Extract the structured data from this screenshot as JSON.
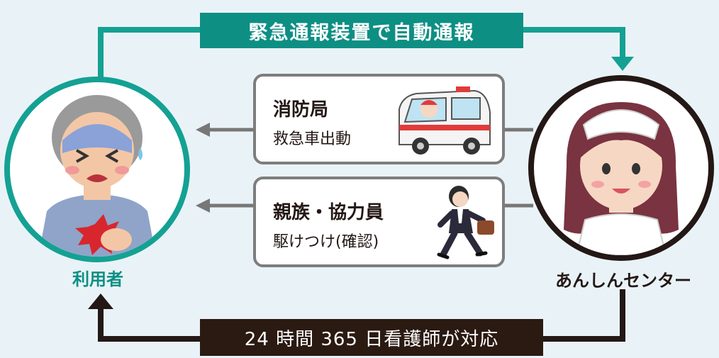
{
  "top_banner": {
    "text": "緊急通報装置で自動通報"
  },
  "bottom_banner": {
    "text": "24 時間 365 日看護師が対応"
  },
  "user": {
    "label": "利用者"
  },
  "center": {
    "label": "あんしんセンター"
  },
  "fire_dept": {
    "title": "消防局",
    "subtitle": "救急車出動"
  },
  "family": {
    "title": "親族・協力員",
    "subtitle": "駆けつけ(確認)"
  },
  "colors": {
    "teal": "#0e8f84",
    "dark": "#231815",
    "arrow_gray": "#777777",
    "background": "#e9f3f7"
  },
  "icons": [
    "ambulance-icon",
    "running-woman-icon",
    "distressed-elder-icon",
    "nurse-icon"
  ]
}
